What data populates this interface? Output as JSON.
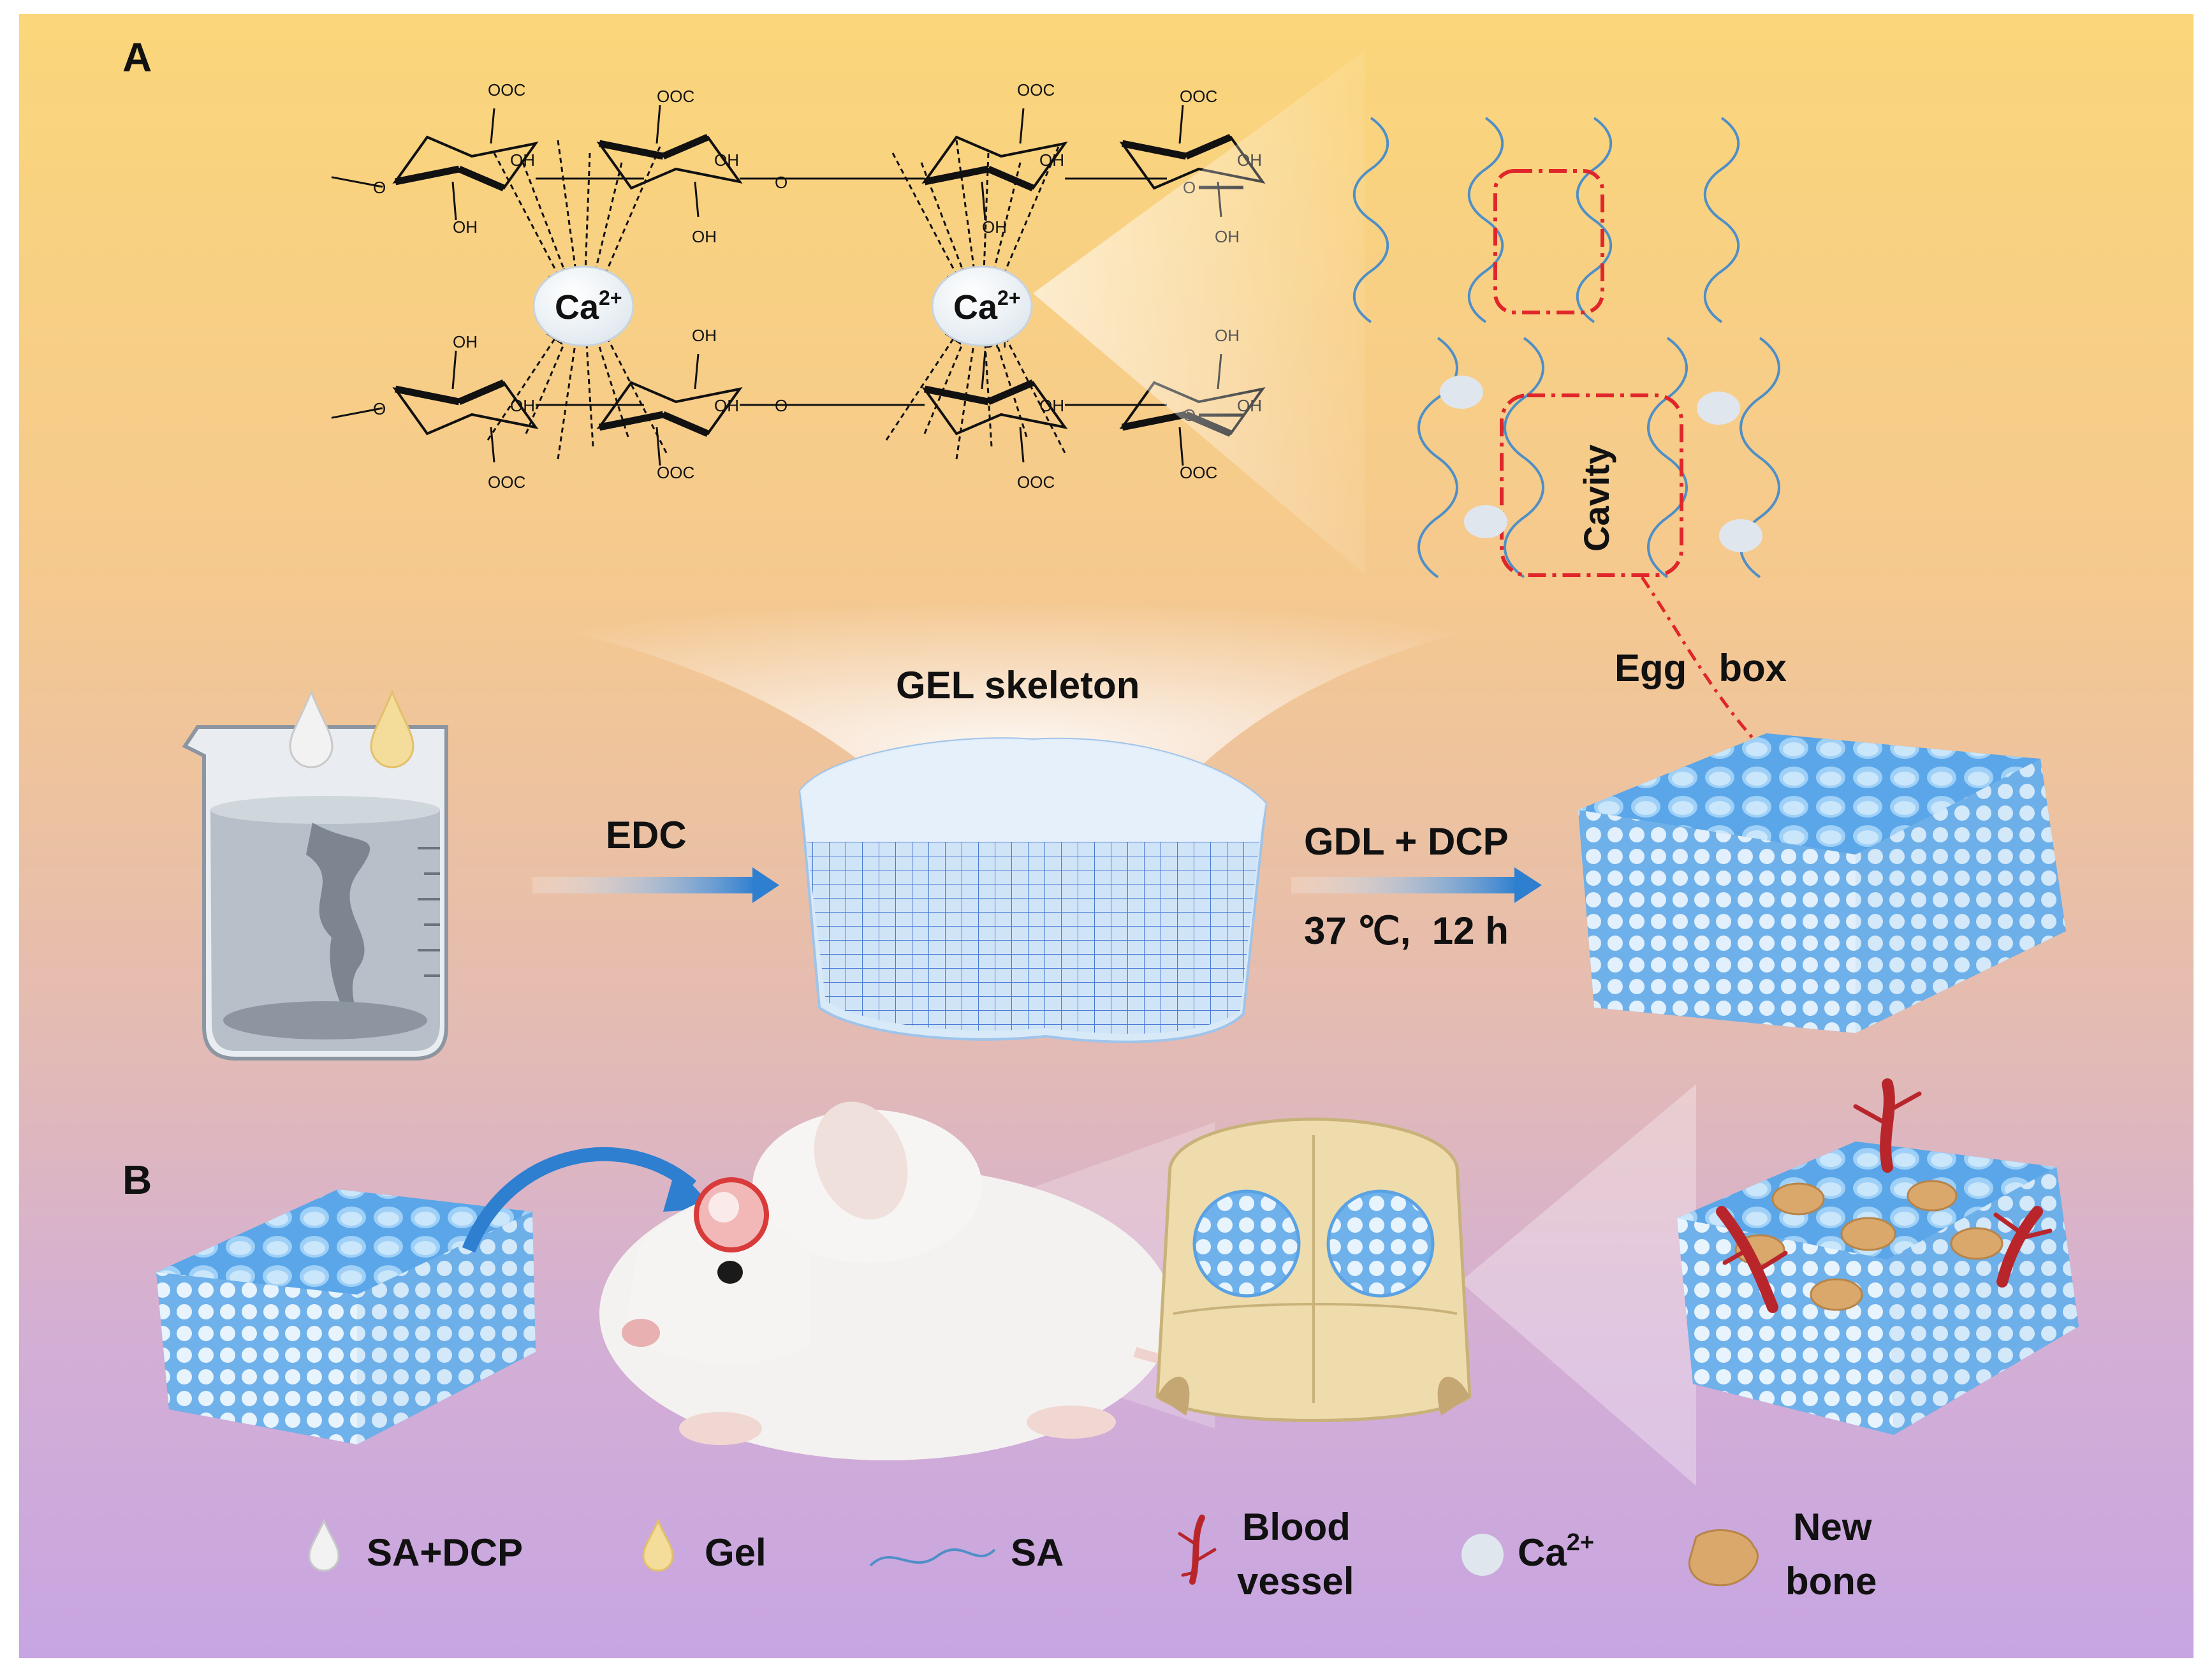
{
  "panels": {
    "a": "A",
    "b": "B"
  },
  "ion": {
    "symbol": "Ca",
    "charge": "2+"
  },
  "chem": {
    "oh": "OH",
    "coo": "OOC",
    "coo2": "OOC",
    "o": "O"
  },
  "labels": {
    "cavity": "Cavity",
    "egg_box": "Egg   box",
    "gel_skeleton": "GEL skeleton",
    "edc": "EDC",
    "gdl_dcp": "GDL + DCP",
    "conditions": "37 ℃,  12 h"
  },
  "legend": {
    "sa_dcp": "SA+DCP",
    "gel": "Gel",
    "sa": "SA",
    "blood_vessel_1": "Blood",
    "blood_vessel_2": "vessel",
    "ca_symbol": "Ca",
    "ca_charge": "2+",
    "new_bone_1": "New",
    "new_bone_2": "bone"
  },
  "colors": {
    "bg_top": "#fbd77f",
    "bg_mid": "#e9c0a6",
    "bg_bottom": "#c9a8e3",
    "scaffold": "#7eb8ea",
    "arrow": "#2e7fd0",
    "cavity_box": "#e0262a",
    "vessel": "#b8262c",
    "bone": "#d9a86a"
  }
}
